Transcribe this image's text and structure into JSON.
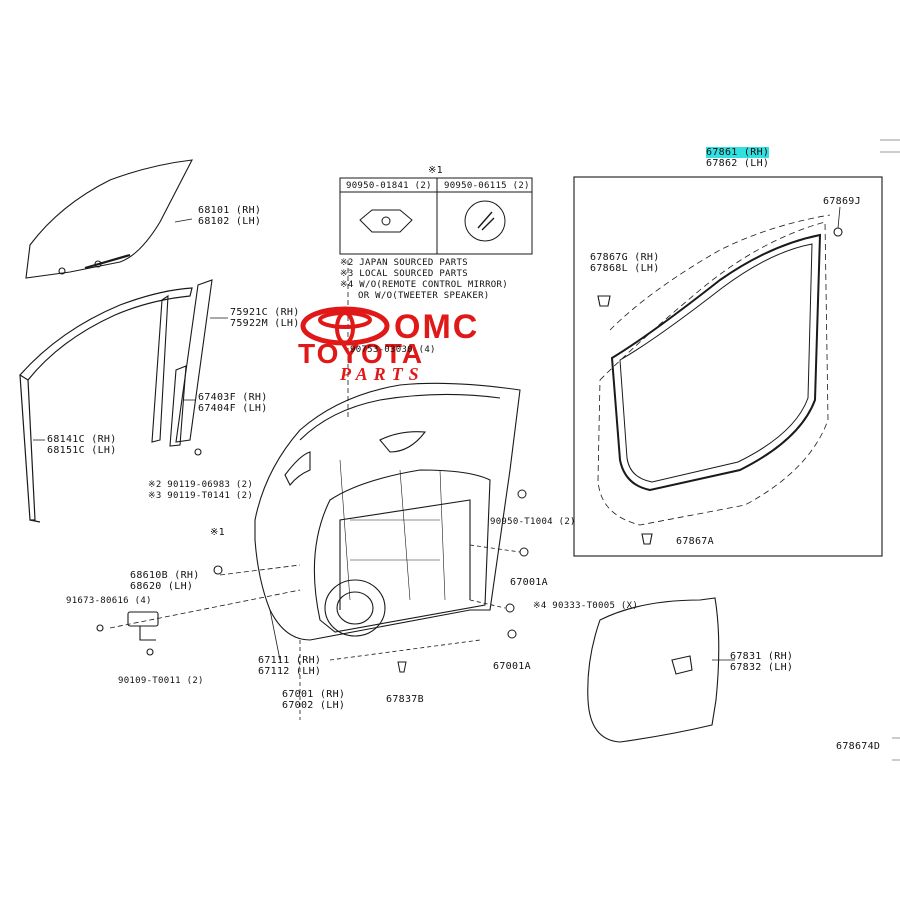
{
  "diagram_id": "678674D",
  "legend": {
    "header_mark": "※1",
    "left_code": "90950-01841 (2)",
    "right_code": "90950-06115 (2)",
    "notes": [
      "※2 JAPAN SOURCED PARTS",
      "※3 LOCAL SOURCED PARTS",
      "※4 W/O(REMOTE CONTROL MIRROR)",
      "OR W/O(TWEETER SPEAKER)"
    ]
  },
  "labels": {
    "p68101": "68101 (RH)",
    "p68102": "68102 (LH)",
    "p75921": "75921C (RH)",
    "p75922": "75922M (LH)",
    "p67403": "67403F (RH)",
    "p67404": "67404F (LH)",
    "p68141": "68141C (RH)",
    "p68151": "68151C (LH)",
    "screw_a": "※2 90119-06983 (2)",
    "screw_b": "※3 90119-T0141 (2)",
    "mark1": "※1",
    "p68610": "68610B (RH)",
    "p68620": "68620 (LH)",
    "p91673": "91673-80616 (4)",
    "p90109": "90109-T0011 (2)",
    "p67111": "67111 (RH)",
    "p67112": "67112 (LH)",
    "p67001rh": "67001 (RH)",
    "p67002lh": "67002 (LH)",
    "p67837": "67837B",
    "p67001a_1": "67001A",
    "p67001a_2": "67001A",
    "p90950": "90950-T1004 (2)",
    "p90333": "※4 90333-T0005 (X)",
    "p67831": "67831 (RH)",
    "p67832": "67832 (LH)",
    "p67861": "67861 (RH)",
    "p67862": "67862 (LH)",
    "p67869": "67869J",
    "p67867g": "67867G (RH)",
    "p67868l": "67868L (LH)",
    "p67867a": "67867A",
    "p90753": "90753-03030 (4)"
  },
  "watermark": {
    "line1": "OMC",
    "line2": "TOYOTA",
    "line3": "PARTS"
  },
  "colors": {
    "line": "#1a1a1a",
    "highlight": "#32e0e0",
    "watermark_red": "#e01818"
  }
}
